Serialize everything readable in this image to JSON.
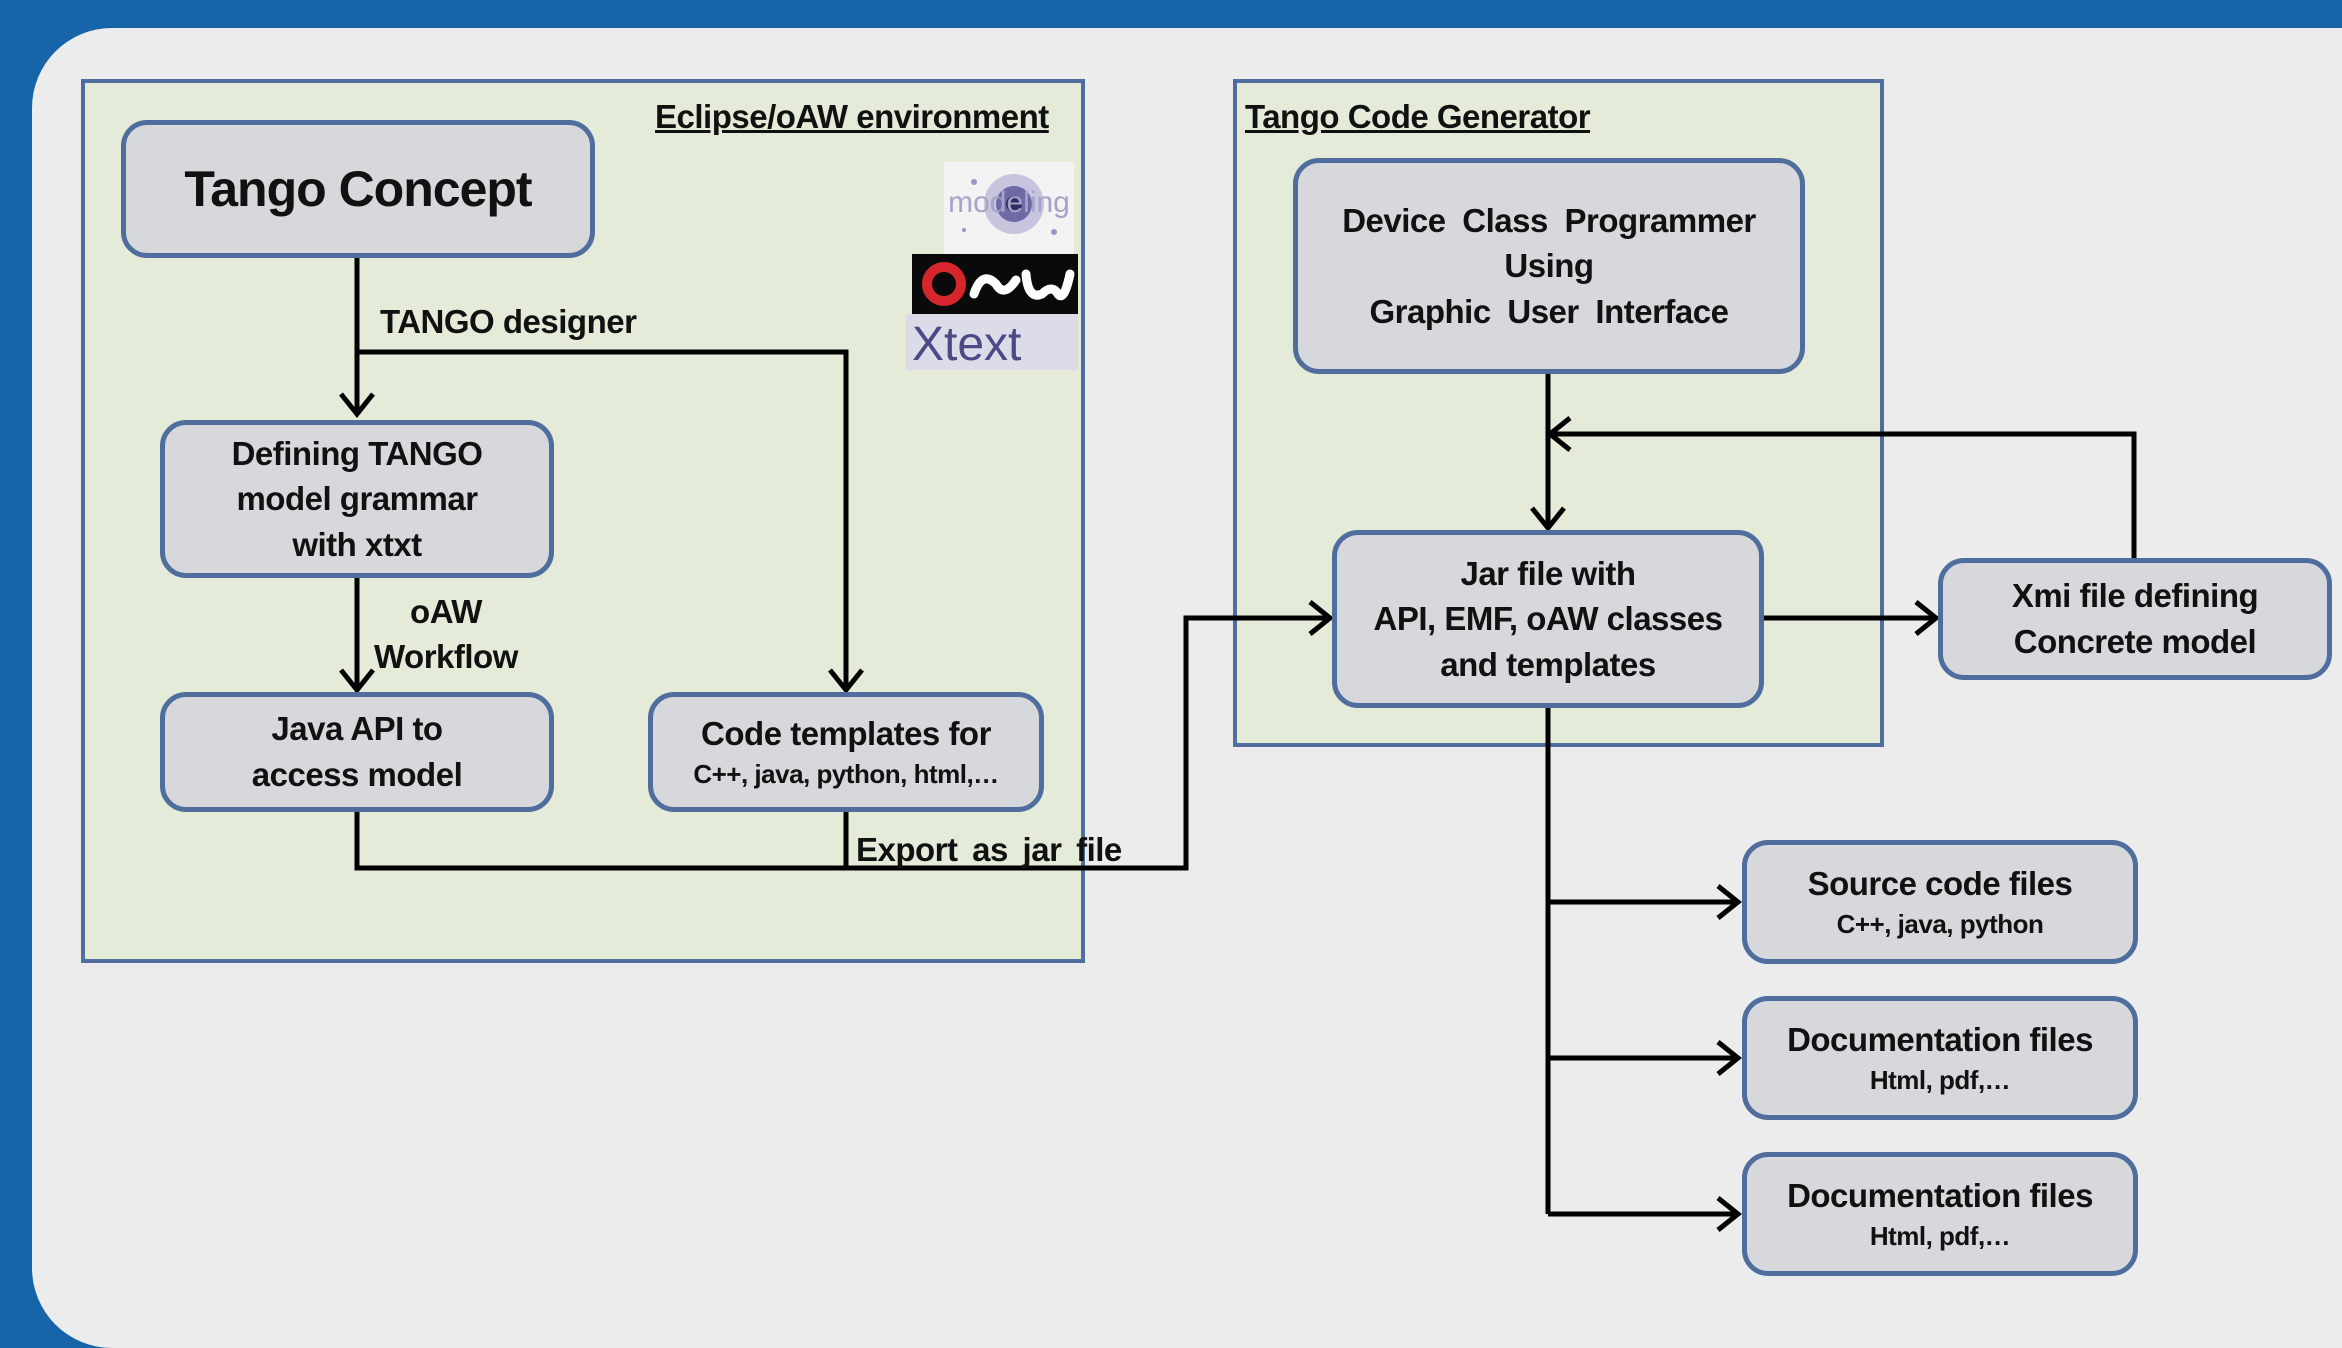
{
  "groups": {
    "eclipse": {
      "title": "Eclipse/oAW environment"
    },
    "generator": {
      "title": "Tango Code Generator"
    }
  },
  "nodes": {
    "tango_concept": {
      "lines": [
        "Tango Concept"
      ]
    },
    "defining_grammar": {
      "lines": [
        "Defining TANGO",
        "model grammar",
        "with xtxt"
      ]
    },
    "java_api": {
      "lines": [
        "Java API to",
        "access model"
      ]
    },
    "code_templates": {
      "title": "Code templates for",
      "subtitle": "C++, java, python, html,…"
    },
    "device_class": {
      "lines": [
        "Device Class Programmer",
        "Using",
        "Graphic User Interface"
      ]
    },
    "jar_file": {
      "lines": [
        "Jar file with",
        "API, EMF, oAW classes",
        "and templates"
      ]
    },
    "xmi_file": {
      "lines": [
        "Xmi file defining",
        "Concrete model"
      ]
    },
    "source_code": {
      "title": "Source code files",
      "subtitle": "C++, java, python"
    },
    "doc_files_1": {
      "title": "Documentation files",
      "subtitle": "Html, pdf,…"
    },
    "doc_files_2": {
      "title": "Documentation files",
      "subtitle": "Html, pdf,…"
    }
  },
  "edge_labels": {
    "tango_designer": "TANGO designer",
    "oaw_workflow": [
      "oAW",
      "Workflow"
    ],
    "export_jar": "Export as jar file"
  },
  "logos": {
    "modeling": "modeling",
    "oaw": "oaw",
    "xtext": "Xtext"
  },
  "colors": {
    "background": "#1565a8",
    "panel": "#ececec",
    "group_fill": "#e4ebd9",
    "node_fill": "#d6d8dc",
    "node_border": "#4f6e9e",
    "arrow": "#000000"
  }
}
